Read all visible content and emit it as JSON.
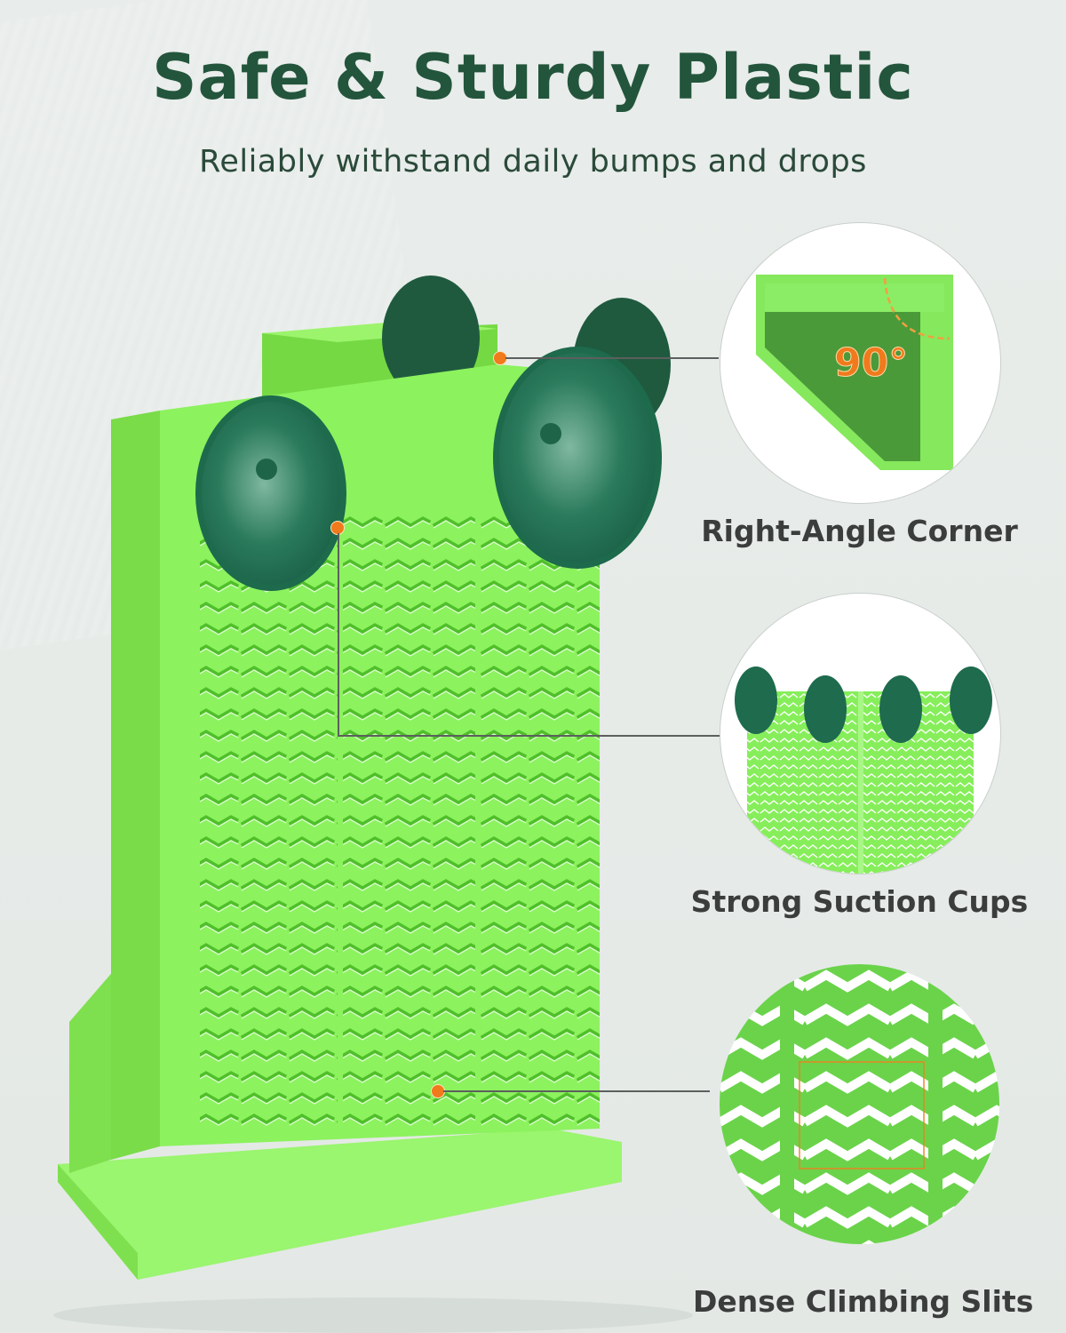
{
  "header": {
    "title": "Safe & Sturdy Plastic",
    "subtitle": "Reliably withstand daily bumps and drops"
  },
  "features": [
    {
      "label": "Right-Angle Corner",
      "badge": "90°",
      "icon": "right-angle-corner-diagram"
    },
    {
      "label": "Strong Suction Cups",
      "icon": "suction-cups-closeup"
    },
    {
      "label": "Dense Climbing Slits",
      "icon": "zigzag-slits-closeup"
    }
  ],
  "colors": {
    "title": "#23553c",
    "product_green": "#86ef5a",
    "suction_cup": "#1e6b4e",
    "accent_dot": "#f07a1c",
    "label_text": "#3b3d3c"
  }
}
